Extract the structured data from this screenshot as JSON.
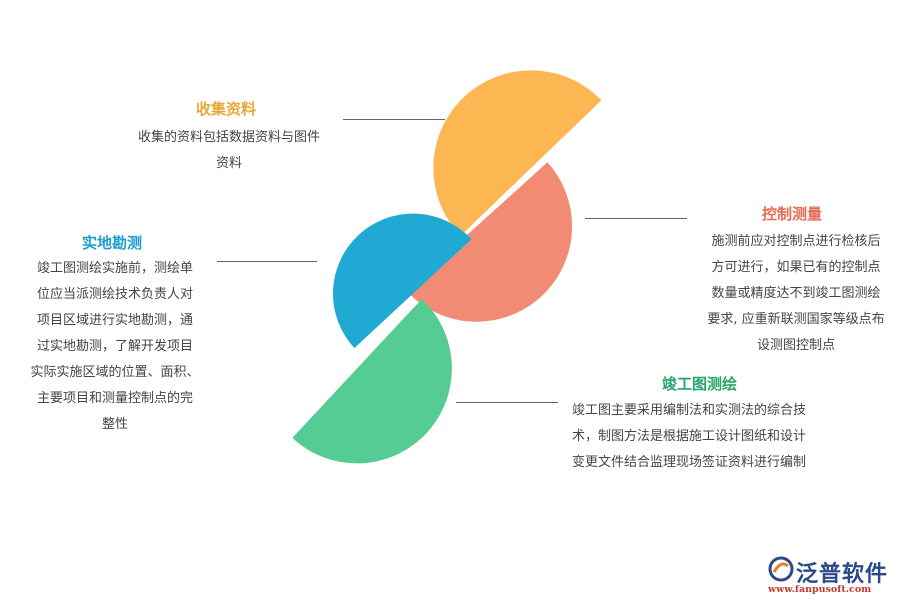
{
  "colors": {
    "collect": "#fdb752",
    "control": "#f28b74",
    "survey": "#20a9d3",
    "drawing": "#55cc93",
    "collect_title": "#e7a93a",
    "control_title": "#e36e54",
    "survey_title": "#1f9fd0",
    "drawing_title": "#27a56b"
  },
  "sections": {
    "collect": {
      "title": "收集资料",
      "lines": [
        "收集的资料包括数据资料与图件",
        "资料"
      ]
    },
    "control": {
      "title": "控制测量",
      "lines": [
        "施测前应对控制点进行检核后",
        "方可进行，如果已有的控制点",
        "数量或精度达不到竣工图测绘",
        "要求, 应重新联测国家等级点布",
        "设测图控制点"
      ]
    },
    "survey": {
      "title": "实地勘测",
      "lines": [
        "竣工图测绘实施前，测绘单",
        "位应当派测绘技术负责人对",
        "项目区域进行实地勘测，通",
        "过实地勘测，了解开发项目",
        "实际实施区域的位置、面积、",
        "主要项目和测量控制点的完",
        "整性"
      ]
    },
    "drawing": {
      "title": "竣工图测绘",
      "lines": [
        "竣工图主要采用编制法和实测法的综合技",
        "术，制图方法是根据施工设计图纸和设计",
        "变更文件结合监理现场签证资料进行编制"
      ]
    }
  },
  "logo": {
    "name": "泛普软件",
    "url": "www.fanpusoft.com"
  }
}
